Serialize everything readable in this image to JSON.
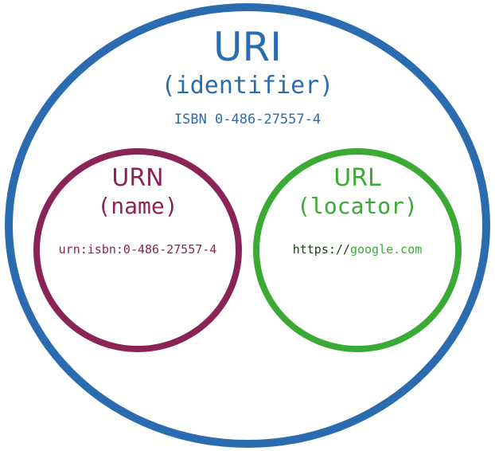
{
  "colors": {
    "uri": "#2b6cb0",
    "urn": "#8b2456",
    "url": "#3aaa35",
    "url_scheme": "#1f3b1a"
  },
  "uri": {
    "title": "URI",
    "subtitle": "(identifier)",
    "example": "ISBN 0-486-27557-4"
  },
  "urn": {
    "title": "URN",
    "subtitle": "(name)",
    "example": "urn:isbn:0-486-27557-4"
  },
  "url": {
    "title": "URL",
    "subtitle": "(locator)",
    "example_scheme": "https://",
    "example_host": "google.com"
  }
}
